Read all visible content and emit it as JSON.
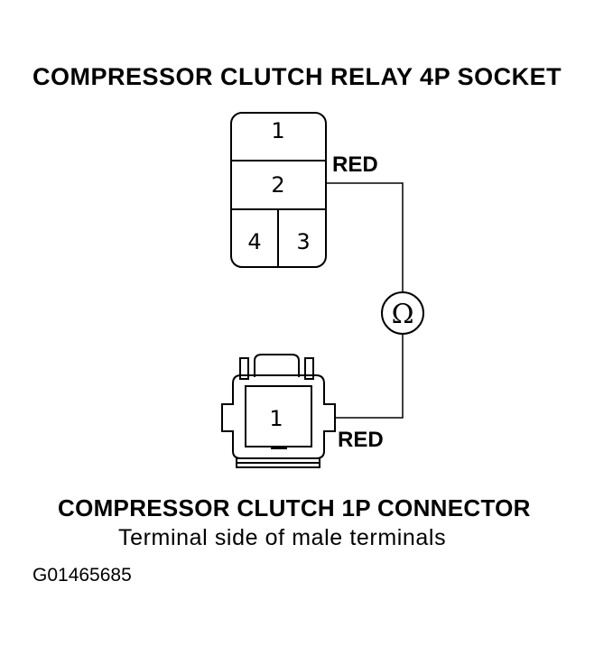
{
  "relay_socket": {
    "title": "COMPRESSOR CLUTCH RELAY 4P SOCKET",
    "pins": [
      "1",
      "2",
      "4",
      "3"
    ],
    "wire_color": "RED"
  },
  "meter": {
    "symbol": "Ω"
  },
  "clutch_connector": {
    "title": "COMPRESSOR CLUTCH 1P CONNECTOR",
    "subtitle": "Terminal side of male terminals",
    "pin": "1",
    "wire_color": "RED"
  },
  "figure_id": "G01465685"
}
